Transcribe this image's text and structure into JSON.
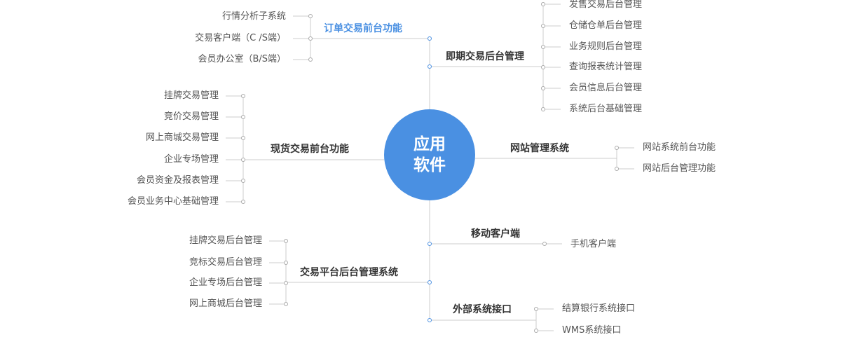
{
  "center": {
    "line1": "应用",
    "line2": "软件"
  },
  "colors": {
    "accent": "#4a90e2",
    "line": "#cccccc",
    "text": "#555555"
  },
  "branches": {
    "order_front": {
      "label": "订单交易前台功能",
      "highlighted": true,
      "items": [
        "行情分析子系统",
        "交易客户端（C /S端）",
        "会员办公室（B/S端）"
      ]
    },
    "instant_back": {
      "label": "即期交易后台管理",
      "items": [
        "发售交易后台管理",
        "仓储仓单后台管理",
        "业务规则后台管理",
        "查询报表统计管理",
        "会员信息后台管理",
        "系统后台基础管理"
      ]
    },
    "spot_front": {
      "label": "现货交易前台功能",
      "items": [
        "挂牌交易管理",
        "竞价交易管理",
        "网上商城交易管理",
        "企业专场管理",
        "会员资金及报表管理",
        "会员业务中心基础管理"
      ]
    },
    "website": {
      "label": "网站管理系统",
      "items": [
        "网站系统前台功能",
        "网站后台管理功能"
      ]
    },
    "mobile": {
      "label": "移动客户端",
      "items": [
        "手机客户端"
      ]
    },
    "platform_back": {
      "label": "交易平台后台管理系统",
      "items": [
        "挂牌交易后台管理",
        "竞标交易后台管理",
        "企业专场后台管理",
        "网上商城后台管理"
      ]
    },
    "external": {
      "label": "外部系统接口",
      "items": [
        "结算银行系统接口",
        "WMS系统接口"
      ]
    }
  }
}
